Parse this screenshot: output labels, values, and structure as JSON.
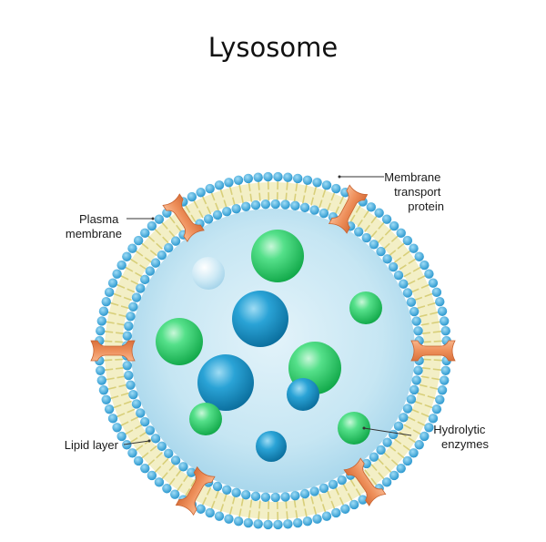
{
  "title": "Lysosome",
  "labels": {
    "plasma_membrane": [
      "Plasma",
      "membrane"
    ],
    "membrane_transport_protein": [
      "Membrane",
      "transport",
      "protein"
    ],
    "lipid_layer": [
      "Lipid layer"
    ],
    "hydrolytic_enzymes": [
      "Hydrolytic",
      "enzymes"
    ]
  },
  "colors": {
    "lumen": "#c9e8f4",
    "membrane_heads": "#3aa9de",
    "lipid_tails": "#d8cf7a",
    "transport_protein": "#e8925f",
    "enzyme_green": "#2ed36a",
    "enzyme_blue": "#1a8fc4",
    "enzyme_pale": "#bfe2f3"
  },
  "icons": [
    "transport-protein-icon",
    "enzyme-sphere-icon"
  ]
}
